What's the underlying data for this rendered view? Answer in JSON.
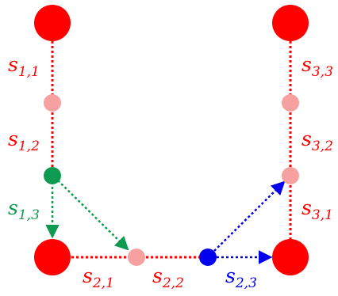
{
  "colors": {
    "red": "#ff0000",
    "pink": "#f7a0a0",
    "green": "#0e9a50",
    "blue": "#0000ee"
  },
  "labels": {
    "s11": {
      "base": "s",
      "sub": "1,1"
    },
    "s12": {
      "base": "s",
      "sub": "1,2"
    },
    "s13": {
      "base": "s",
      "sub": "1,3"
    },
    "s21": {
      "base": "s",
      "sub": "2,1"
    },
    "s22": {
      "base": "s",
      "sub": "2,2"
    },
    "s23": {
      "base": "s",
      "sub": "2,3"
    },
    "s31": {
      "base": "s",
      "sub": "3,1"
    },
    "s32": {
      "base": "s",
      "sub": "3,2"
    },
    "s33": {
      "base": "s",
      "sub": "3,3"
    }
  }
}
